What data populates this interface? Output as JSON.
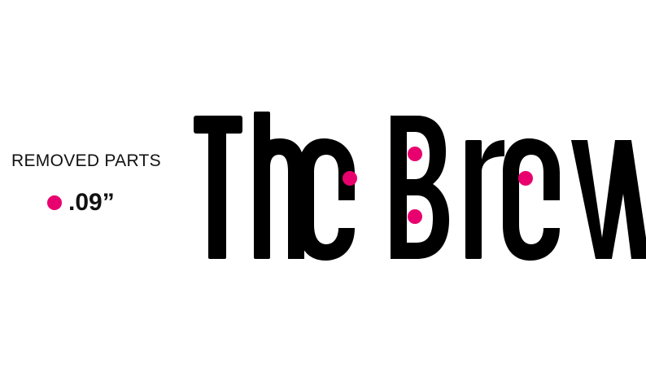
{
  "legend": {
    "title": "REMOVED PARTS",
    "value": ".09”"
  },
  "logo": {
    "text": "TheBrew"
  },
  "colors": {
    "marker": "#e8006f",
    "ink": "#000000",
    "background": "#ffffff"
  }
}
